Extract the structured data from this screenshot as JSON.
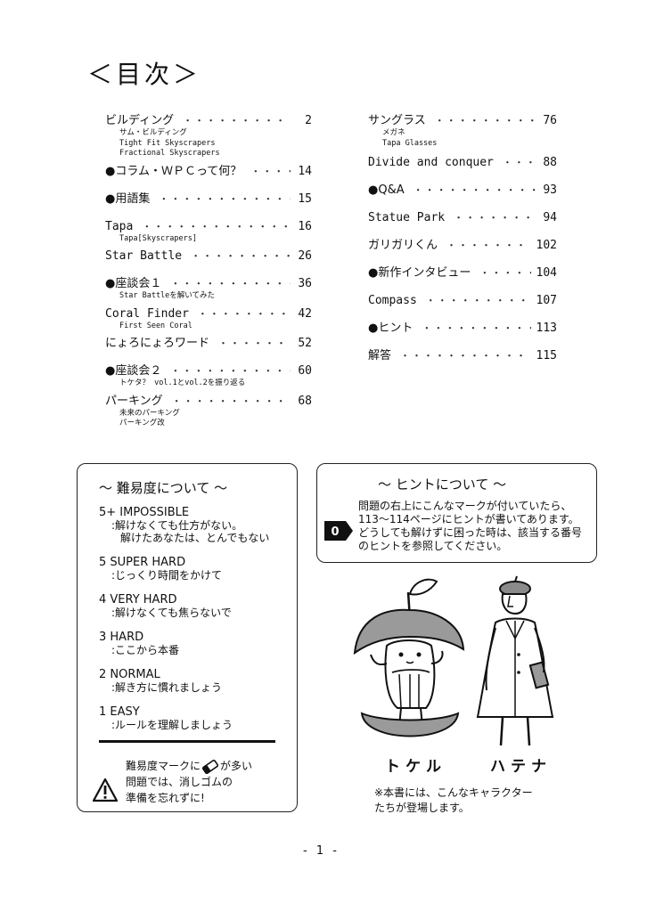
{
  "title": "＜目次＞",
  "toc_left": [
    {
      "label": "ビルディング",
      "page": "2",
      "subs": [
        "サム・ビルディング",
        "Tight Fit Skyscrapers",
        "Fractional Skyscrapers"
      ]
    },
    {
      "label": "●コラム・ＷＰＣって何？",
      "page": "14",
      "subs": []
    },
    {
      "label": "●用語集",
      "page": "15",
      "subs": []
    },
    {
      "label": "Tapa",
      "page": "16",
      "subs": [
        "Tapa[Skyscrapers]"
      ]
    },
    {
      "label": "Star Battle",
      "page": "26",
      "subs": []
    },
    {
      "label": "●座談会１",
      "page": "36",
      "subs": [
        "Star Battleを解いてみた"
      ]
    },
    {
      "label": "Coral Finder",
      "page": "42",
      "subs": [
        "First Seen Coral"
      ]
    },
    {
      "label": "にょろにょろワード",
      "page": "52",
      "subs": []
    },
    {
      "label": "●座談会２",
      "page": "60",
      "subs": [
        "トケタ？ vol.1とvol.2を振り返る"
      ]
    },
    {
      "label": "パーキング",
      "page": "68",
      "subs": [
        "未来のパーキング",
        "パーキング改"
      ]
    }
  ],
  "toc_right": [
    {
      "label": "サングラス",
      "page": "76",
      "subs": [
        "メガネ",
        "Tapa Glasses"
      ]
    },
    {
      "label": "Divide and conquer",
      "page": "88",
      "subs": []
    },
    {
      "label": "●Q&A",
      "page": "93",
      "subs": []
    },
    {
      "label": "Statue Park",
      "page": "94",
      "subs": []
    },
    {
      "label": "ガリガリくん",
      "page": "102",
      "subs": []
    },
    {
      "label": "●新作インタビュー",
      "page": "104",
      "subs": []
    },
    {
      "label": "Compass",
      "page": "107",
      "subs": []
    },
    {
      "label": "●ヒント",
      "page": "113",
      "subs": []
    },
    {
      "label": "解答",
      "page": "115",
      "subs": []
    }
  ],
  "difficulty": {
    "title": "～ 難易度について ～",
    "levels": [
      {
        "name": "5+ IMPOSSIBLE",
        "desc": ":解けなくても仕方がない。",
        "desc2": "解けたあなたは、とんでもない"
      },
      {
        "name": "5 SUPER HARD",
        "desc": ":じっくり時間をかけて",
        "desc2": ""
      },
      {
        "name": "4 VERY HARD",
        "desc": ":解けなくても焦らないで",
        "desc2": ""
      },
      {
        "name": "3 HARD",
        "desc": ":ここから本番",
        "desc2": ""
      },
      {
        "name": "2 NORMAL",
        "desc": ":解き方に慣れましょう",
        "desc2": ""
      },
      {
        "name": "1 EASY",
        "desc": ":ルールを理解しましょう",
        "desc2": ""
      }
    ],
    "warning_line1a": "難易度マークに",
    "warning_line1b": "が多い",
    "warning_line2": "問題では、消しゴムの",
    "warning_line3": "準備を忘れずに!"
  },
  "hint": {
    "title": "～ ヒントについて ～",
    "badge": "0",
    "lines": [
      "問題の右上にこんなマークが付いていたら、",
      "113～114ページにヒントが書いてあります。",
      "どうしても解けずに困った時は、該当する番号",
      "のヒントを参照してください。"
    ]
  },
  "characters": {
    "left_name": "トケル",
    "right_name": "ハテナ",
    "caption_line1": "※本書には、こんなキャラクター",
    "caption_line2": "たちが登場します。"
  },
  "page_number": "- 1 -"
}
